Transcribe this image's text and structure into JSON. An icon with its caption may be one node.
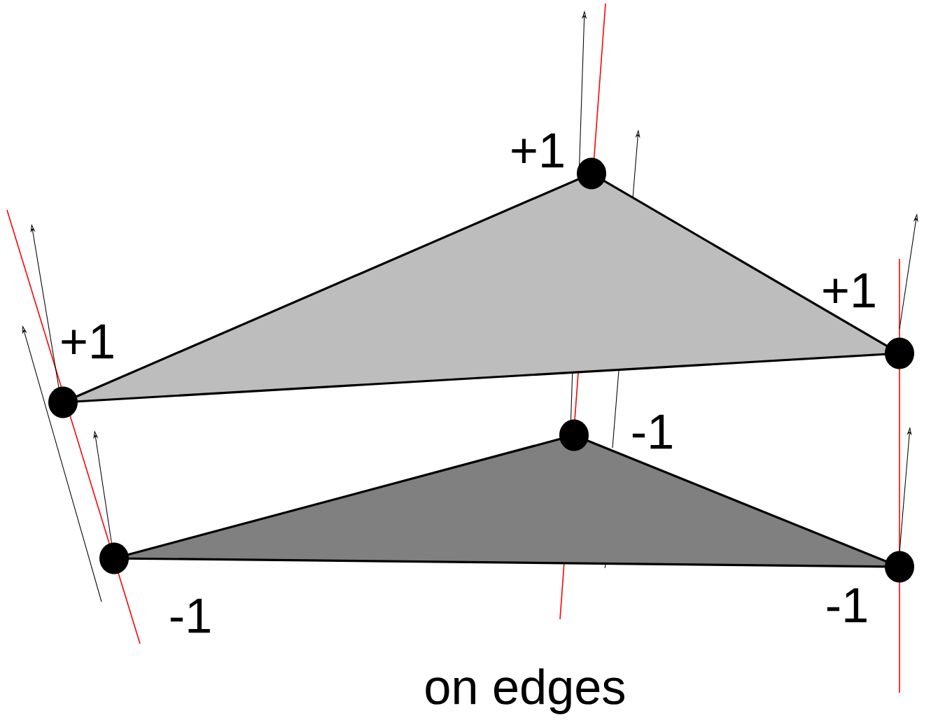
{
  "diagram": {
    "caption": "on edges",
    "labels": [
      "+1",
      "+1",
      "+1",
      "-1",
      "-1",
      "-1"
    ]
  }
}
